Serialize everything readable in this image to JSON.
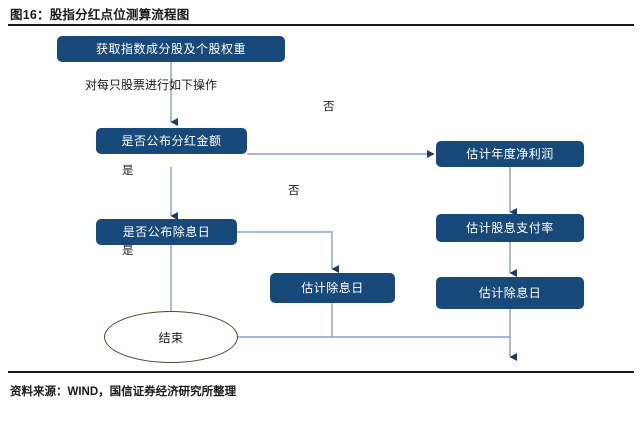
{
  "figure": {
    "title": "图16：股指分红点位测算流程图",
    "source": "资料来源：WIND，国信证券经济研究所整理"
  },
  "colors": {
    "node_fill": "#17497a",
    "node_text": "#ffffff",
    "connector": "#8ca0c0",
    "arrowhead": "#1f3864",
    "terminal_border": "#3c5233",
    "rule": "#1a1a1a"
  },
  "flowchart": {
    "type": "flowchart",
    "nodes": [
      {
        "id": "start",
        "label": "获取指数成分股及个股权重",
        "shape": "rounded-rect"
      },
      {
        "id": "has_amount",
        "label": "是否公布分红金额",
        "shape": "rounded-rect"
      },
      {
        "id": "has_exdate",
        "label": "是否公布除息日",
        "shape": "rounded-rect"
      },
      {
        "id": "est_profit",
        "label": "估计年度净利润",
        "shape": "rounded-rect"
      },
      {
        "id": "est_payout",
        "label": "估计股息支付率",
        "shape": "rounded-rect"
      },
      {
        "id": "est_exdate_r",
        "label": "估计除息日",
        "shape": "rounded-rect"
      },
      {
        "id": "est_exdate_m",
        "label": "估计除息日",
        "shape": "rounded-rect"
      },
      {
        "id": "end",
        "label": "结束",
        "shape": "ellipse"
      }
    ],
    "notes": [
      {
        "id": "loop_note",
        "label": "对每只股票进行如下操作"
      }
    ],
    "edges": [
      {
        "from": "start",
        "to": "has_amount",
        "label": ""
      },
      {
        "from": "has_amount",
        "to": "est_profit",
        "label": "否"
      },
      {
        "from": "has_amount",
        "to": "has_exdate",
        "label": "是"
      },
      {
        "from": "has_exdate",
        "to": "est_exdate_m",
        "label": "否"
      },
      {
        "from": "has_exdate",
        "to": "end",
        "label": "是"
      },
      {
        "from": "est_profit",
        "to": "est_payout",
        "label": ""
      },
      {
        "from": "est_payout",
        "to": "est_exdate_r",
        "label": ""
      },
      {
        "from": "est_exdate_r",
        "to": "end",
        "label": ""
      },
      {
        "from": "est_exdate_m",
        "to": "end",
        "label": ""
      }
    ],
    "edge_labels": {
      "no_amount": "否",
      "yes_amount": "是",
      "no_exdate": "否",
      "yes_exdate": "是"
    }
  }
}
